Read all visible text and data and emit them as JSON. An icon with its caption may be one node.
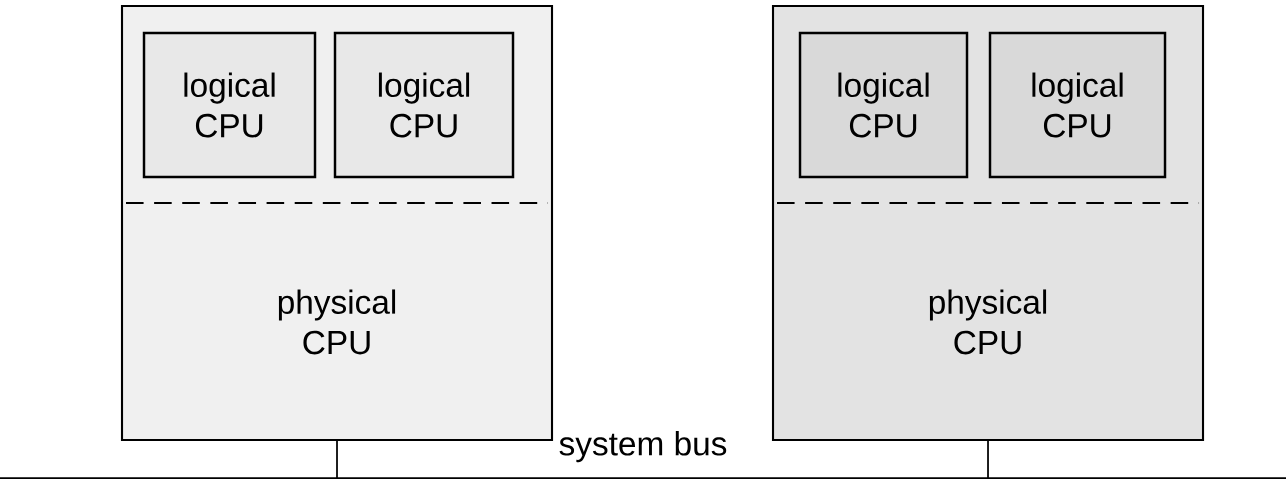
{
  "diagram": {
    "nodes": [
      {
        "text": [
          "physical CPU"
        ]
      },
      {
        "text": [
          "logical CPU"
        ],
        "in": 0
      },
      {
        "text": [
          "logical CPU"
        ],
        "in": 0
      },
      {
        "text": [
          "physical CPU"
        ]
      },
      {
        "text": [
          "logical CPU"
        ],
        "in": 3
      },
      {
        "text": [
          "logical CPU"
        ],
        "in": 3
      },
      {
        "text": [
          "system bus"
        ]
      }
    ],
    "edges": [
      {
        "from": 0,
        "to": 6,
        "arrow": "none"
      },
      {
        "from": 3,
        "to": 6,
        "arrow": "none"
      }
    ]
  }
}
